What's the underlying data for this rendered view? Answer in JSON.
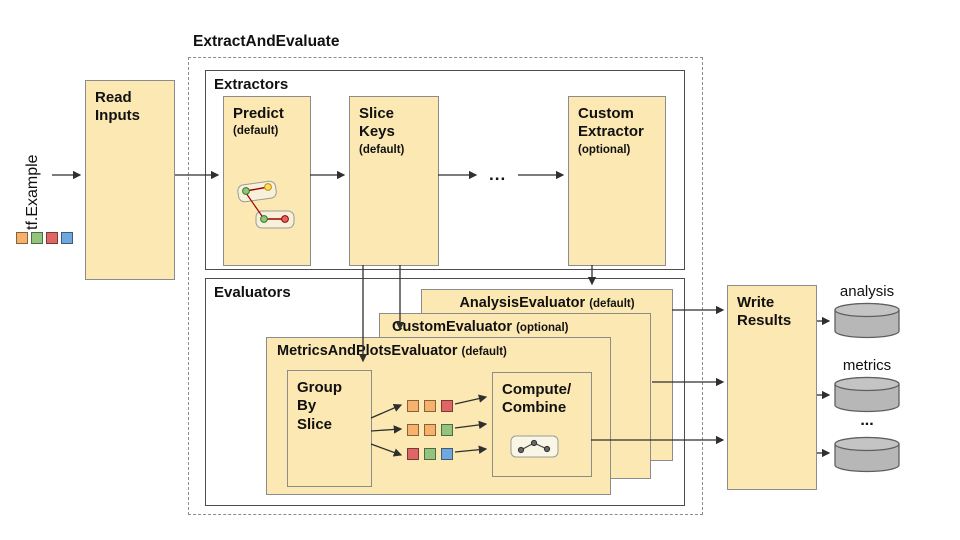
{
  "palette": {
    "box_fill": "#fce8b2",
    "orange": "#f6b26b",
    "green": "#93c47d",
    "red": "#e06666",
    "blue": "#6fa8dc",
    "cylinder_gray": "#b7b7b7"
  },
  "input": {
    "label": "tf.Example",
    "swatches": [
      "#f6b26b",
      "#93c47d",
      "#e06666",
      "#6fa8dc"
    ]
  },
  "read_inputs": {
    "label": "Read Inputs"
  },
  "pipeline": {
    "title": "ExtractAndEvaluate"
  },
  "extractors": {
    "title": "Extractors",
    "predict": {
      "name": "Predict",
      "qualifier": "(default)"
    },
    "slice_keys": {
      "name": "Slice Keys",
      "qualifier": "(default)"
    },
    "ellipsis": "...",
    "custom": {
      "name": "Custom Extractor",
      "qualifier": "(optional)"
    }
  },
  "evaluators": {
    "title": "Evaluators",
    "analysis": {
      "name": "AnalysisEvaluator",
      "qualifier": "(default)"
    },
    "custom": {
      "name": "CustomEvaluator",
      "qualifier": "(optional)"
    },
    "metrics": {
      "name": "MetricsAndPlotsEvaluator",
      "qualifier": "(default)"
    },
    "group_by_slice": {
      "label": "Group By Slice"
    },
    "compute_combine": {
      "label": "Compute/ Combine"
    },
    "slice_grid": [
      [
        "#f6b26b",
        "#f6b26b",
        "#e06666"
      ],
      [
        "#f6b26b",
        "#f6b26b",
        "#93c47d"
      ],
      [
        "#e06666",
        "#93c47d",
        "#6fa8dc"
      ]
    ]
  },
  "write_results": {
    "label": "Write Results"
  },
  "outputs": [
    {
      "label": "analysis"
    },
    {
      "label": "metrics"
    },
    {
      "label": "..."
    }
  ]
}
